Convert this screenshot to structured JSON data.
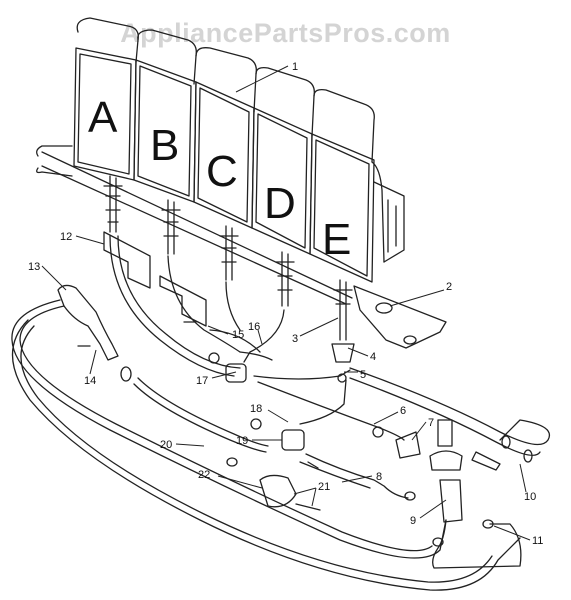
{
  "watermark": "AppliancePartsPros.com",
  "panels": [
    "A",
    "B",
    "C",
    "D",
    "E"
  ],
  "callouts": {
    "c1": "1",
    "c2": "2",
    "c3": "3",
    "c4": "4",
    "c5": "5",
    "c6": "6",
    "c7": "7",
    "c8": "8",
    "c9": "9",
    "c10": "10",
    "c11": "11",
    "c12": "12",
    "c13": "13",
    "c14": "14",
    "c15": "15",
    "c16": "16",
    "c17": "17",
    "c18": "18",
    "c19": "19",
    "c20": "20",
    "c21": "21",
    "c22": "22"
  }
}
